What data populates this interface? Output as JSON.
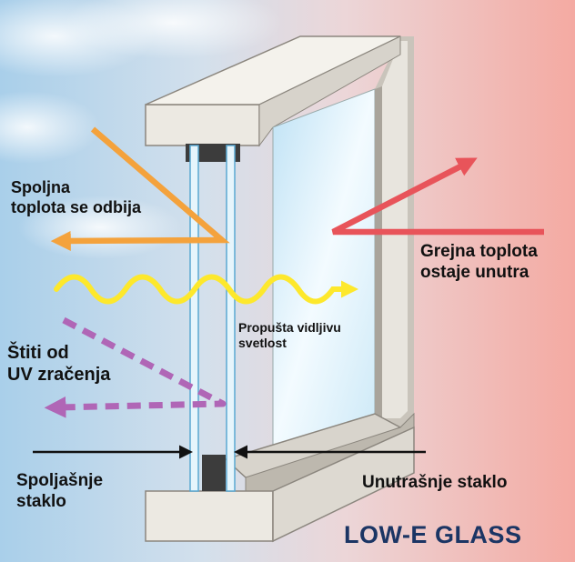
{
  "labels": {
    "outer_heat": "Spoljna\ntoplota se odbija",
    "inner_heat": "Grejna toplota\nostaje unutra",
    "visible_light": "Propušta vidljivu\nsvetlost",
    "uv": "Štiti od\nUV zračenja",
    "outer_glass": "Spoljašnje\nstaklo",
    "inner_glass": "Unutrašnje staklo",
    "brand": "LOW-E GLASS"
  },
  "colors": {
    "outside_sky": "#a9cfea",
    "inside_warm": "#f4aaa2",
    "frame_light": "#e8e5de",
    "frame_mid": "#c9c4bb",
    "frame_dark": "#8b867e",
    "glass": "#dcf0fb",
    "external_heat_arrow": "#f4a23c",
    "internal_heat_arrow": "#e8545a",
    "light_wave": "#fde82c",
    "uv_arrow": "#b066b6",
    "pointer_arrow": "#111111",
    "brand_text": "#1b3564"
  }
}
